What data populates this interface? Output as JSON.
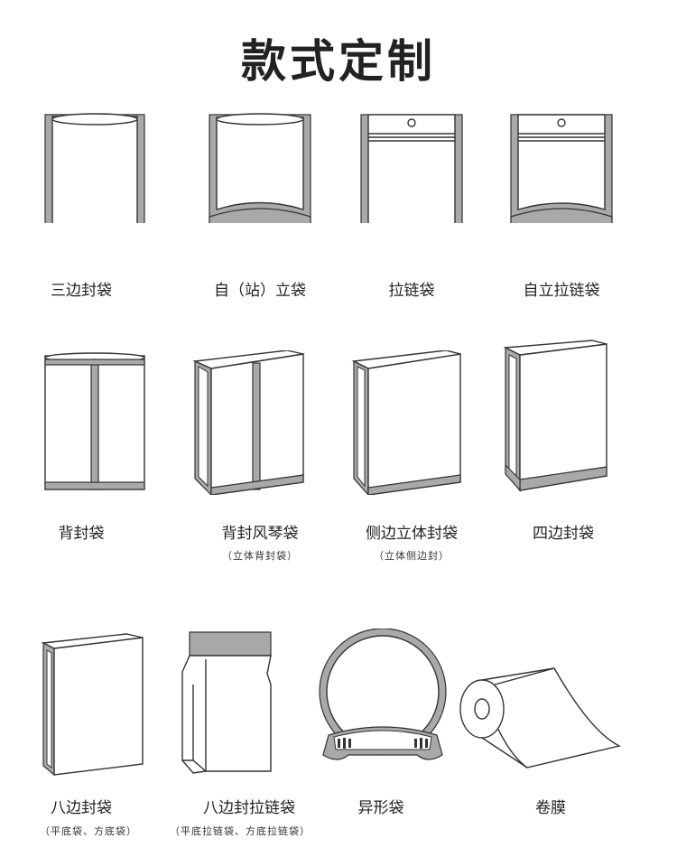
{
  "title": "款式定制",
  "items": [
    {
      "label": "三边封袋",
      "sub": ""
    },
    {
      "label": "自（站）立袋",
      "sub": ""
    },
    {
      "label": "拉链袋",
      "sub": ""
    },
    {
      "label": "自立拉链袋",
      "sub": ""
    },
    {
      "label": "背封袋",
      "sub": ""
    },
    {
      "label": "背封风琴袋",
      "sub": "（立体背封袋）"
    },
    {
      "label": "侧边立体封袋",
      "sub": "（立体侧边封）"
    },
    {
      "label": "四边封袋",
      "sub": ""
    },
    {
      "label": "八边封袋",
      "sub": "（平底袋、方底袋）"
    },
    {
      "label": "八边封拉链袋",
      "sub": "（平底拉链袋、方底拉链袋）"
    },
    {
      "label": "异形袋",
      "sub": ""
    },
    {
      "label": "卷膜",
      "sub": ""
    }
  ]
}
